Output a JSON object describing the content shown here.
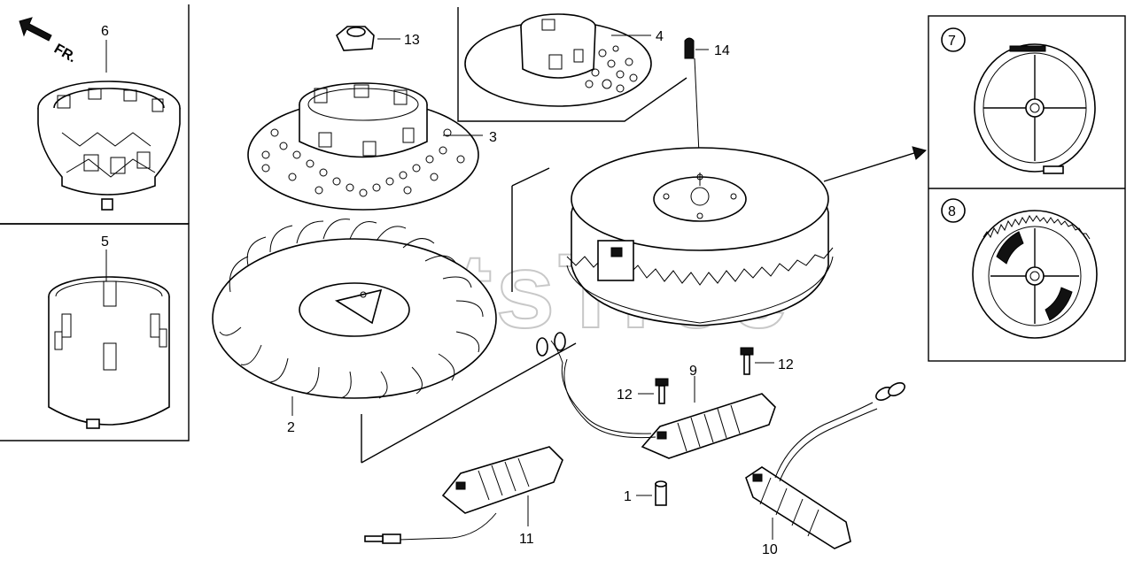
{
  "diagram": {
    "direction_label": "FR.",
    "watermark": "PartsTree",
    "callouts": {
      "c1": "1",
      "c2": "2",
      "c3": "3",
      "c4": "4",
      "c5": "5",
      "c6": "6",
      "c7": "7",
      "c8": "8",
      "c9": "9",
      "c10": "10",
      "c11": "11",
      "c12a": "12",
      "c12b": "12",
      "c13": "13",
      "c14": "14"
    }
  }
}
